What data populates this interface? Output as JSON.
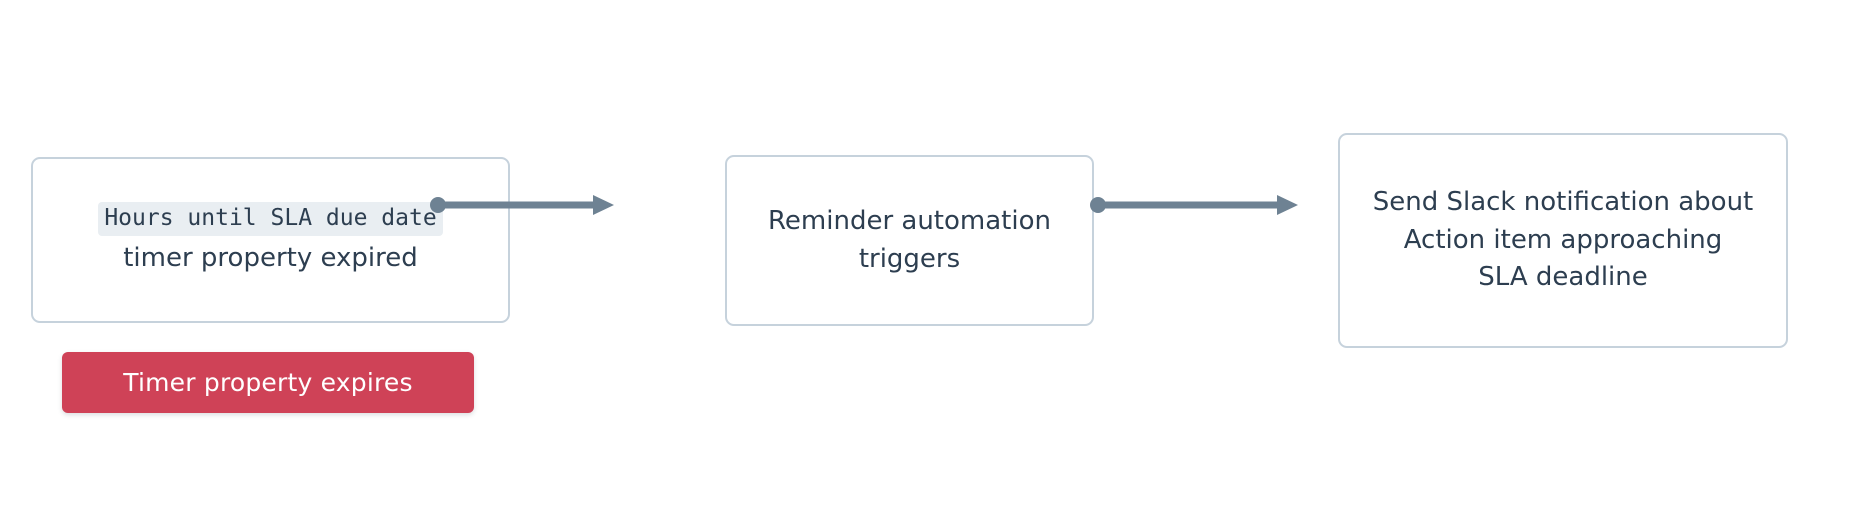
{
  "diagram": {
    "type": "flow",
    "background_color": "#ffffff",
    "node_border_color": "#c6d2dc",
    "node_text_color": "#2d3e50",
    "connector_color": "#6e8293",
    "code_chip_background": "#e9eef2",
    "badge_color": "#cf4257",
    "badge_text_color": "#ffffff",
    "nodes": [
      {
        "id": "trigger",
        "code_text": "Hours until SLA due date",
        "sub_text": "timer property expired"
      },
      {
        "id": "automation",
        "line_1": "Reminder automation",
        "line_2": "triggers"
      },
      {
        "id": "action",
        "line_1": "Send Slack notification about",
        "line_2": "Action item approaching",
        "line_3": "SLA deadline"
      }
    ],
    "connectors": [
      {
        "id": "connector-1",
        "from": "trigger",
        "to": "automation",
        "style": "circle-to-arrow"
      },
      {
        "id": "connector-2",
        "from": "automation",
        "to": "action",
        "style": "circle-to-arrow"
      }
    ],
    "badge": {
      "label": "Timer property expires"
    }
  }
}
